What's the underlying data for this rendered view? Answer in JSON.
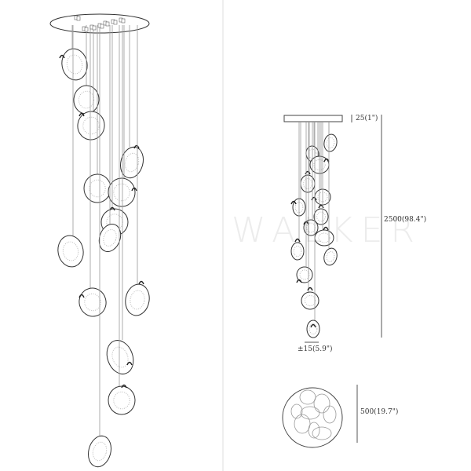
{
  "watermark": "WALKER",
  "dimensions": {
    "canopy_height": "25(1\")",
    "total_height": "2500(98.4\")",
    "tolerance": "±15(5.9\")",
    "diameter": "500(19.7\")"
  }
}
